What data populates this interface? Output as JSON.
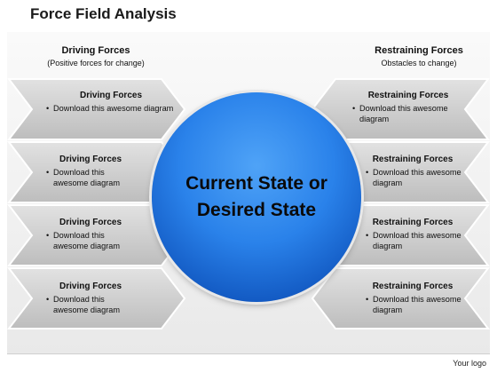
{
  "title": "Force Field Analysis",
  "left_column": {
    "heading": "Driving Forces",
    "subheading": "(Positive forces for change)"
  },
  "right_column": {
    "heading": "Restraining Forces",
    "subheading": "Obstacles to change)"
  },
  "driving": [
    {
      "title": "Driving Forces",
      "bullet": "Download this awesome diagram"
    },
    {
      "title": "Driving Forces",
      "bullet": "Download this awesome diagram"
    },
    {
      "title": "Driving Forces",
      "bullet": "Download this awesome diagram"
    },
    {
      "title": "Driving Forces",
      "bullet": "Download this awesome diagram"
    }
  ],
  "restraining": [
    {
      "title": "Restraining Forces",
      "bullet": "Download this awesome diagram"
    },
    {
      "title": "Restraining Forces",
      "bullet": "Download this awesome diagram"
    },
    {
      "title": "Restraining Forces",
      "bullet": "Download this awesome diagram"
    },
    {
      "title": "Restraining Forces",
      "bullet": "Download this awesome diagram"
    }
  ],
  "center": {
    "text": "Current State or Desired State"
  },
  "logo": "Your logo",
  "colors": {
    "circle": "#2a82ea",
    "arrow": "#c8c8c8"
  }
}
